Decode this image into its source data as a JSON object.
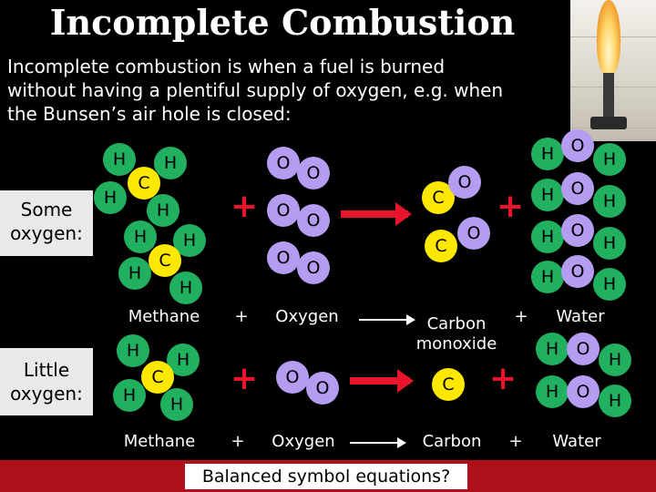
{
  "title": "Incomplete Combustion",
  "intro": "Incomplete combustion is when a fuel is burned without having a plentiful supply of oxygen, e.g. when the Bunsen’s air hole is closed:",
  "some_oxygen": {
    "row_label": "Some oxygen:",
    "reactant1": "Methane",
    "plus1": "+",
    "reactant2": "Oxygen",
    "product1": "Carbon monoxide",
    "plus2": "+",
    "product2": "Water"
  },
  "little_oxygen": {
    "row_label": "Little oxygen:",
    "reactant1": "Methane",
    "plus1": "+",
    "reactant2": "Oxygen",
    "product1": "Carbon",
    "plus2": "+",
    "product2": "Water"
  },
  "footer": "Balanced symbol equations?",
  "atoms": {
    "H": "H",
    "C": "C",
    "O": "O"
  },
  "colors": {
    "hydrogen": "#20b060",
    "carbon": "#ffe800",
    "oxygen": "#b49cf0",
    "plus": "#e8152a",
    "footer_bar": "#b0101a"
  }
}
